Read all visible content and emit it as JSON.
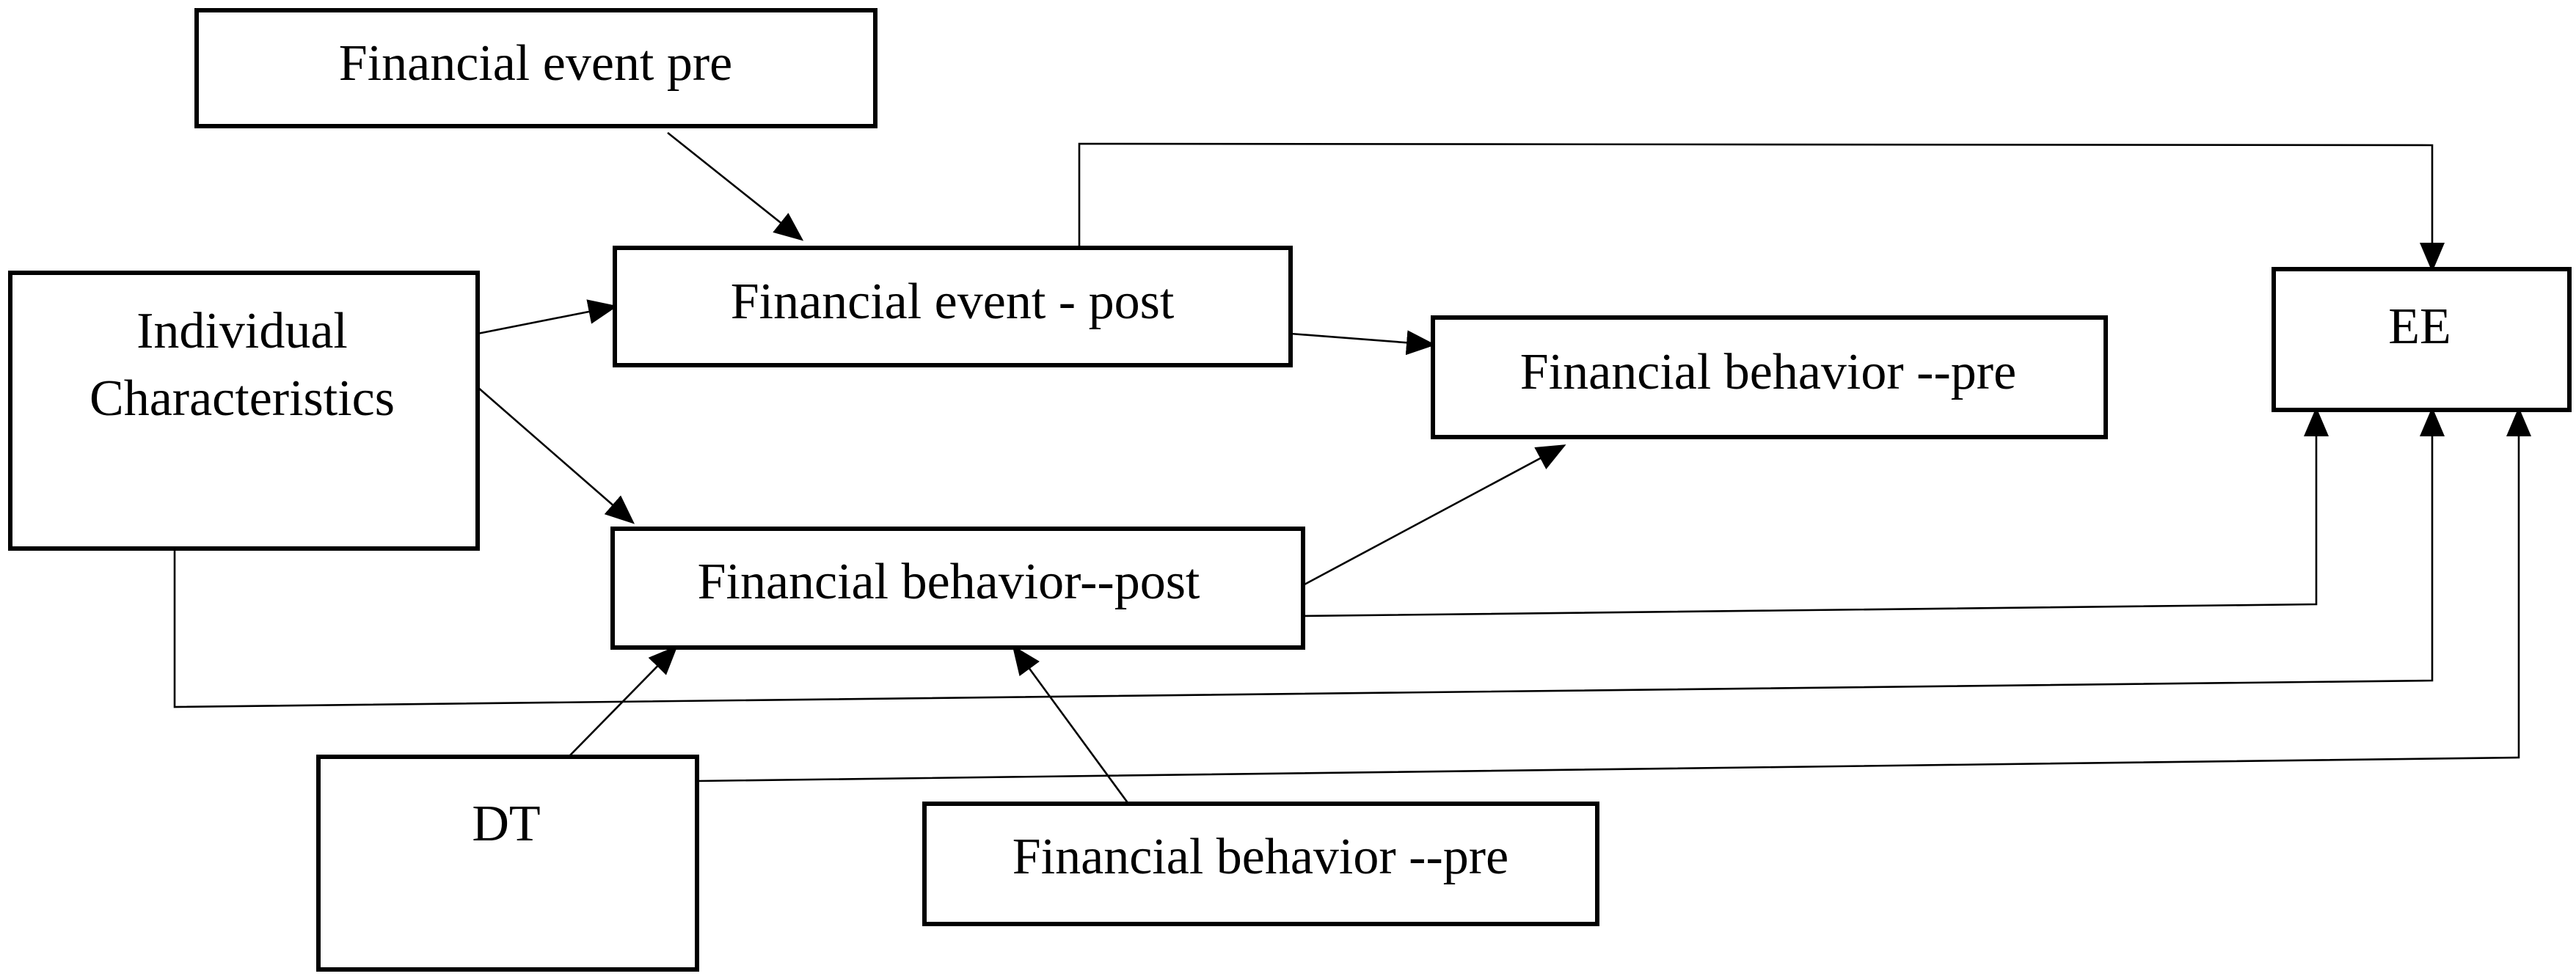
{
  "nodes": {
    "financial_event_pre": "Financial event pre",
    "financial_event_post": "Financial event - post",
    "individual_characteristics_line1": "Individual",
    "individual_characteristics_line2": "Characteristics",
    "financial_behavior_pre_upper": "Financial behavior --pre",
    "ee": "EE",
    "financial_behavior_post": "Financial behavior--post",
    "dt": "DT",
    "financial_behavior_pre_lower": "Financial behavior --pre"
  }
}
